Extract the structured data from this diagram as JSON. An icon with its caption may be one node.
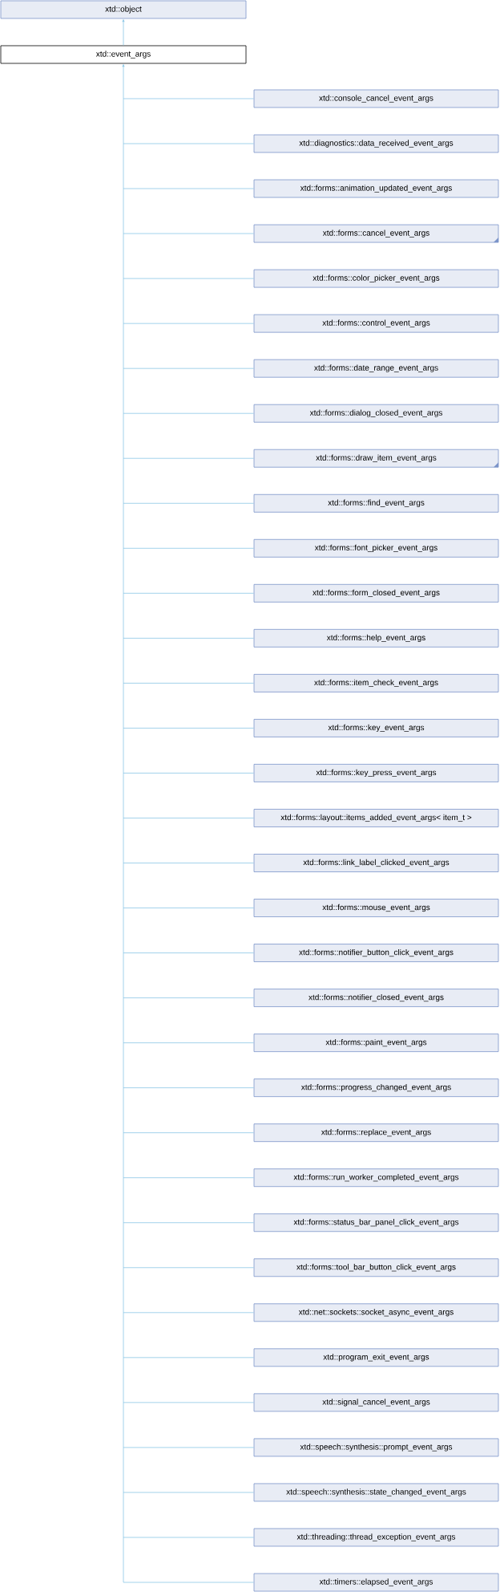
{
  "diagram": {
    "nodes": [
      {
        "text": [
          "xtd::object"
        ]
      },
      {
        "text": [
          "xtd::event_args"
        ]
      },
      {
        "text": [
          "xtd::console_cancel_event_args"
        ]
      },
      {
        "text": [
          "xtd::diagnostics::data_received_event_args"
        ]
      },
      {
        "text": [
          "xtd::forms::animation_updated_event_args"
        ]
      },
      {
        "text": [
          "xtd::forms::cancel_event_args"
        ]
      },
      {
        "text": [
          "xtd::forms::color_picker_event_args"
        ]
      },
      {
        "text": [
          "xtd::forms::control_event_args"
        ]
      },
      {
        "text": [
          "xtd::forms::date_range_event_args"
        ]
      },
      {
        "text": [
          "xtd::forms::dialog_closed_event_args"
        ]
      },
      {
        "text": [
          "xtd::forms::draw_item_event_args"
        ]
      },
      {
        "text": [
          "xtd::forms::find_event_args"
        ]
      },
      {
        "text": [
          "xtd::forms::font_picker_event_args"
        ]
      },
      {
        "text": [
          "xtd::forms::form_closed_event_args"
        ]
      },
      {
        "text": [
          "xtd::forms::help_event_args"
        ]
      },
      {
        "text": [
          "xtd::forms::item_check_event_args"
        ]
      },
      {
        "text": [
          "xtd::forms::key_event_args"
        ]
      },
      {
        "text": [
          "xtd::forms::key_press_event_args"
        ]
      },
      {
        "text": [
          "xtd::forms::layout::items_added_event_args< item_t >"
        ]
      },
      {
        "text": [
          "xtd::forms::link_label_clicked_event_args"
        ]
      },
      {
        "text": [
          "xtd::forms::mouse_event_args"
        ]
      },
      {
        "text": [
          "xtd::forms::notifier_button_click_event_args"
        ]
      },
      {
        "text": [
          "xtd::forms::notifier_closed_event_args"
        ]
      },
      {
        "text": [
          "xtd::forms::paint_event_args"
        ]
      },
      {
        "text": [
          "xtd::forms::progress_changed_event_args"
        ]
      },
      {
        "text": [
          "xtd::forms::replace_event_args"
        ]
      },
      {
        "text": [
          "xtd::forms::run_worker_completed_event_args"
        ]
      },
      {
        "text": [
          "xtd::forms::status_bar_panel_click_event_args"
        ]
      },
      {
        "text": [
          "xtd::forms::tool_bar_button_click_event_args"
        ]
      },
      {
        "text": [
          "xtd::net::sockets::socket_async_event_args"
        ]
      },
      {
        "text": [
          "xtd::program_exit_event_args"
        ]
      },
      {
        "text": [
          "xtd::signal_cancel_event_args"
        ]
      },
      {
        "text": [
          "xtd::speech::synthesis::prompt_event_args"
        ]
      },
      {
        "text": [
          "xtd::speech::synthesis::state_changed_event_args"
        ]
      },
      {
        "text": [
          "xtd::threading::thread_exception_event_args"
        ]
      },
      {
        "text": [
          "xtd::timers::elapsed_event_args"
        ]
      }
    ],
    "edges": [
      {
        "from": 1,
        "to": 0,
        "arrow": "to"
      },
      {
        "from": 2,
        "to": 1,
        "arrow": "to"
      },
      {
        "from": 3,
        "to": 1,
        "arrow": "to"
      },
      {
        "from": 4,
        "to": 1,
        "arrow": "to"
      },
      {
        "from": 5,
        "to": 1,
        "arrow": "to"
      },
      {
        "from": 6,
        "to": 1,
        "arrow": "to"
      },
      {
        "from": 7,
        "to": 1,
        "arrow": "to"
      },
      {
        "from": 8,
        "to": 1,
        "arrow": "to"
      },
      {
        "from": 9,
        "to": 1,
        "arrow": "to"
      },
      {
        "from": 10,
        "to": 1,
        "arrow": "to"
      },
      {
        "from": 11,
        "to": 1,
        "arrow": "to"
      },
      {
        "from": 12,
        "to": 1,
        "arrow": "to"
      },
      {
        "from": 13,
        "to": 1,
        "arrow": "to"
      },
      {
        "from": 14,
        "to": 1,
        "arrow": "to"
      },
      {
        "from": 15,
        "to": 1,
        "arrow": "to"
      },
      {
        "from": 16,
        "to": 1,
        "arrow": "to"
      },
      {
        "from": 17,
        "to": 1,
        "arrow": "to"
      },
      {
        "from": 18,
        "to": 1,
        "arrow": "to"
      },
      {
        "from": 19,
        "to": 1,
        "arrow": "to"
      },
      {
        "from": 20,
        "to": 1,
        "arrow": "to"
      },
      {
        "from": 21,
        "to": 1,
        "arrow": "to"
      },
      {
        "from": 22,
        "to": 1,
        "arrow": "to"
      },
      {
        "from": 23,
        "to": 1,
        "arrow": "to"
      },
      {
        "from": 24,
        "to": 1,
        "arrow": "to"
      },
      {
        "from": 25,
        "to": 1,
        "arrow": "to"
      },
      {
        "from": 26,
        "to": 1,
        "arrow": "to"
      },
      {
        "from": 27,
        "to": 1,
        "arrow": "to"
      },
      {
        "from": 28,
        "to": 1,
        "arrow": "to"
      },
      {
        "from": 29,
        "to": 1,
        "arrow": "to"
      },
      {
        "from": 30,
        "to": 1,
        "arrow": "to"
      },
      {
        "from": 31,
        "to": 1,
        "arrow": "to"
      },
      {
        "from": 32,
        "to": 1,
        "arrow": "to"
      },
      {
        "from": 33,
        "to": 1,
        "arrow": "to"
      },
      {
        "from": 34,
        "to": 1,
        "arrow": "to"
      },
      {
        "from": 35,
        "to": 1,
        "arrow": "to"
      }
    ]
  }
}
